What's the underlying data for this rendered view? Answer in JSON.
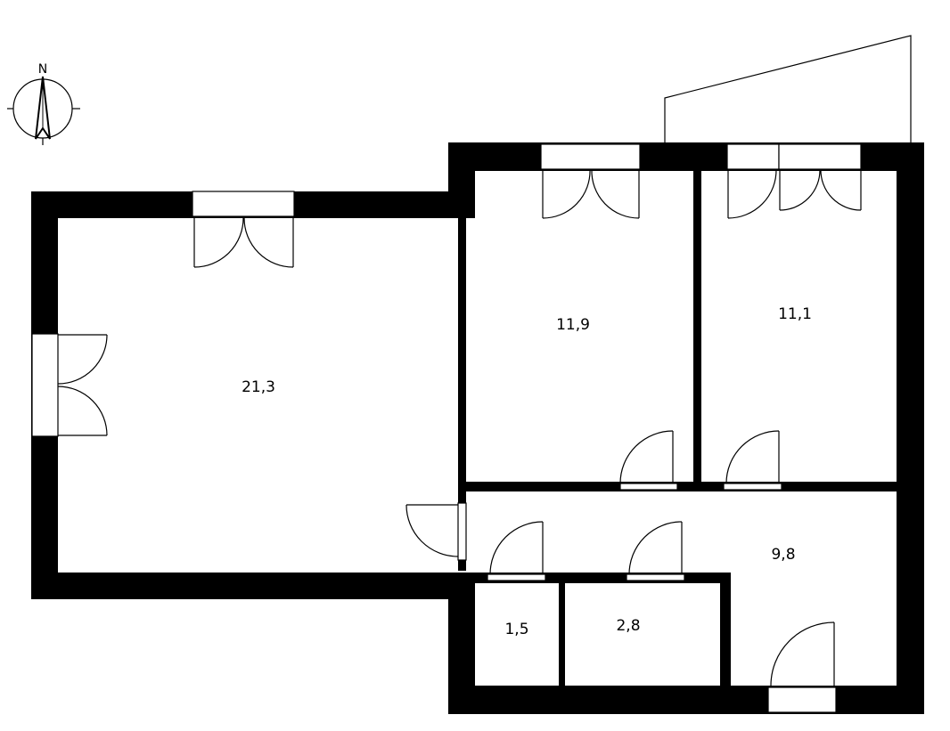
{
  "compass": {
    "north_label": "N"
  },
  "rooms": [
    {
      "id": "living",
      "area": "21,3"
    },
    {
      "id": "bedroom-1",
      "area": "11,9"
    },
    {
      "id": "bedroom-2",
      "area": "11,1"
    },
    {
      "id": "hallway",
      "area": "9,8"
    },
    {
      "id": "wc",
      "area": "1,5"
    },
    {
      "id": "bathroom",
      "area": "2,8"
    }
  ]
}
